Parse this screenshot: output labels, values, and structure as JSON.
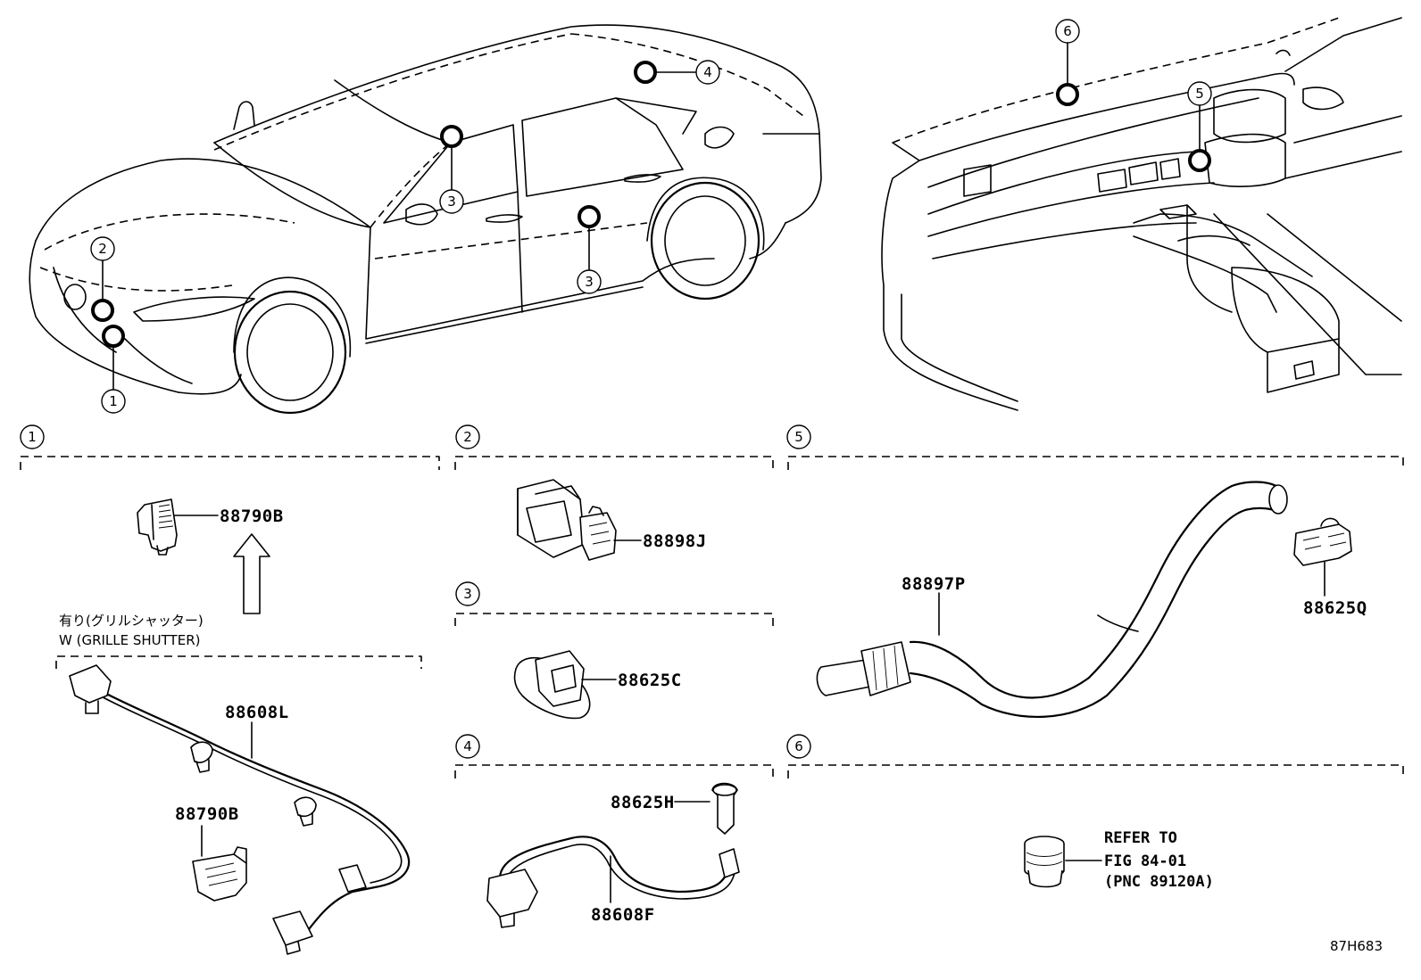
{
  "callouts": [
    "1",
    "2",
    "3",
    "3",
    "4",
    "5",
    "6"
  ],
  "sections": {
    "s1": {
      "number": "1"
    },
    "s2": {
      "number": "2"
    },
    "s3": {
      "number": "3"
    },
    "s4": {
      "number": "4"
    },
    "s5": {
      "number": "5"
    },
    "s6": {
      "number": "6"
    }
  },
  "parts": {
    "p88790B_top": "88790B",
    "p88790B_bottom": "88790B",
    "p88608L": "88608L",
    "p88898J": "88898J",
    "p88625C": "88625C",
    "p88625H": "88625H",
    "p88608F": "88608F",
    "p88897P": "88897P",
    "p88625Q": "88625Q"
  },
  "notes": {
    "grille_jp": "有り(グリルシャッター)",
    "grille_en": "W (GRILLE SHUTTER)",
    "refer_line1": "REFER TO",
    "refer_line2": "FIG 84-01",
    "refer_line3": "(PNC 89120A)"
  },
  "figure_id": "87H683",
  "icons": [
    "car-outline-illustration",
    "dashboard-interior-illustration",
    "up-arrow-icon"
  ]
}
